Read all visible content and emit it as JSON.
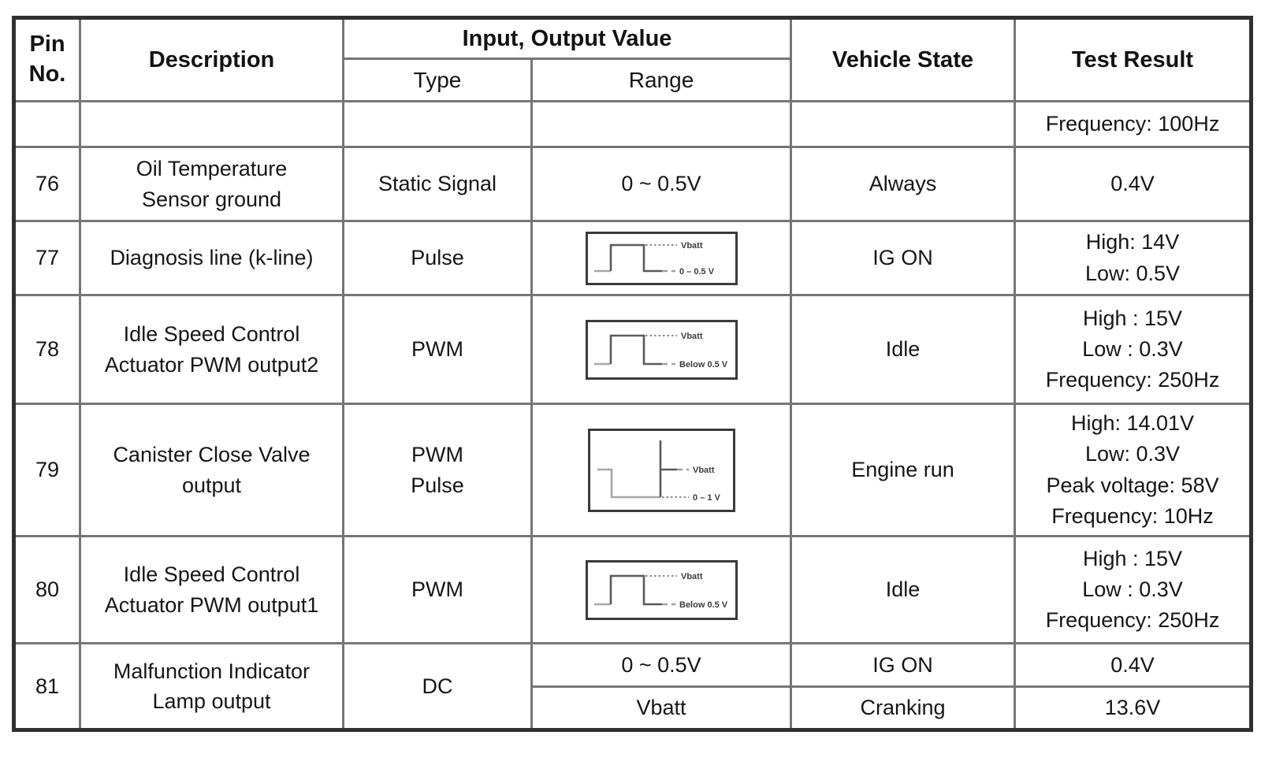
{
  "header": {
    "pin_lines": [
      "Pin",
      "No."
    ],
    "description": "Description",
    "io_value": "Input, Output Value",
    "type": "Type",
    "range": "Range",
    "vehicle_state": "Vehicle State",
    "test_result": "Test Result"
  },
  "rows": [
    {
      "pin": "",
      "description_lines": [],
      "type_lines": [],
      "range_text": "",
      "vehicle_state": "",
      "test_result_lines": [
        "Frequency: 100Hz"
      ]
    },
    {
      "pin": "76",
      "description_lines": [
        "Oil Temperature",
        "Sensor ground"
      ],
      "type_lines": [
        "Static Signal"
      ],
      "range_text": "0 ~ 0.5V",
      "vehicle_state": "Always",
      "test_result_lines": [
        "0.4V"
      ]
    },
    {
      "pin": "77",
      "description_lines": [
        "Diagnosis line (k-line)"
      ],
      "type_lines": [
        "Pulse"
      ],
      "range_waveform": {
        "type": "pulse",
        "high_label": "Vbatt",
        "low_label": "0 – 0.5 V"
      },
      "vehicle_state": "IG ON",
      "test_result_lines": [
        "High: 14V",
        "Low: 0.5V"
      ]
    },
    {
      "pin": "78",
      "description_lines": [
        "Idle Speed Control",
        "Actuator PWM output2"
      ],
      "type_lines": [
        "PWM"
      ],
      "range_waveform": {
        "type": "pulse",
        "high_label": "Vbatt",
        "low_label": "Below 0.5 V"
      },
      "vehicle_state": "Idle",
      "test_result_lines": [
        "High : 15V",
        "Low : 0.3V",
        "Frequency: 250Hz"
      ]
    },
    {
      "pin": "79",
      "description_lines": [
        "Canister Close Valve",
        "output"
      ],
      "type_lines": [
        "PWM",
        "Pulse"
      ],
      "range_waveform": {
        "type": "inverted-pulse-spike",
        "high_label": "Vbatt",
        "low_label": "0 – 1 V"
      },
      "vehicle_state": "Engine run",
      "test_result_lines": [
        "High: 14.01V",
        "Low: 0.3V",
        "Peak voltage: 58V",
        "Frequency: 10Hz"
      ]
    },
    {
      "pin": "80",
      "description_lines": [
        "Idle Speed Control",
        "Actuator PWM output1"
      ],
      "type_lines": [
        "PWM"
      ],
      "range_waveform": {
        "type": "pulse",
        "high_label": "Vbatt",
        "low_label": "Below 0.5 V"
      },
      "vehicle_state": "Idle",
      "test_result_lines": [
        "High : 15V",
        "Low : 0.3V",
        "Frequency: 250Hz"
      ]
    },
    {
      "pin": "81",
      "description_lines": [
        "Malfunction Indicator",
        "Lamp output"
      ],
      "type_lines": [
        "DC"
      ],
      "subrows": [
        {
          "range_text": "0 ~ 0.5V",
          "vehicle_state": "IG ON",
          "test_result": "0.4V"
        },
        {
          "range_text": "Vbatt",
          "vehicle_state": "Cranking",
          "test_result": "13.6V"
        }
      ]
    }
  ]
}
